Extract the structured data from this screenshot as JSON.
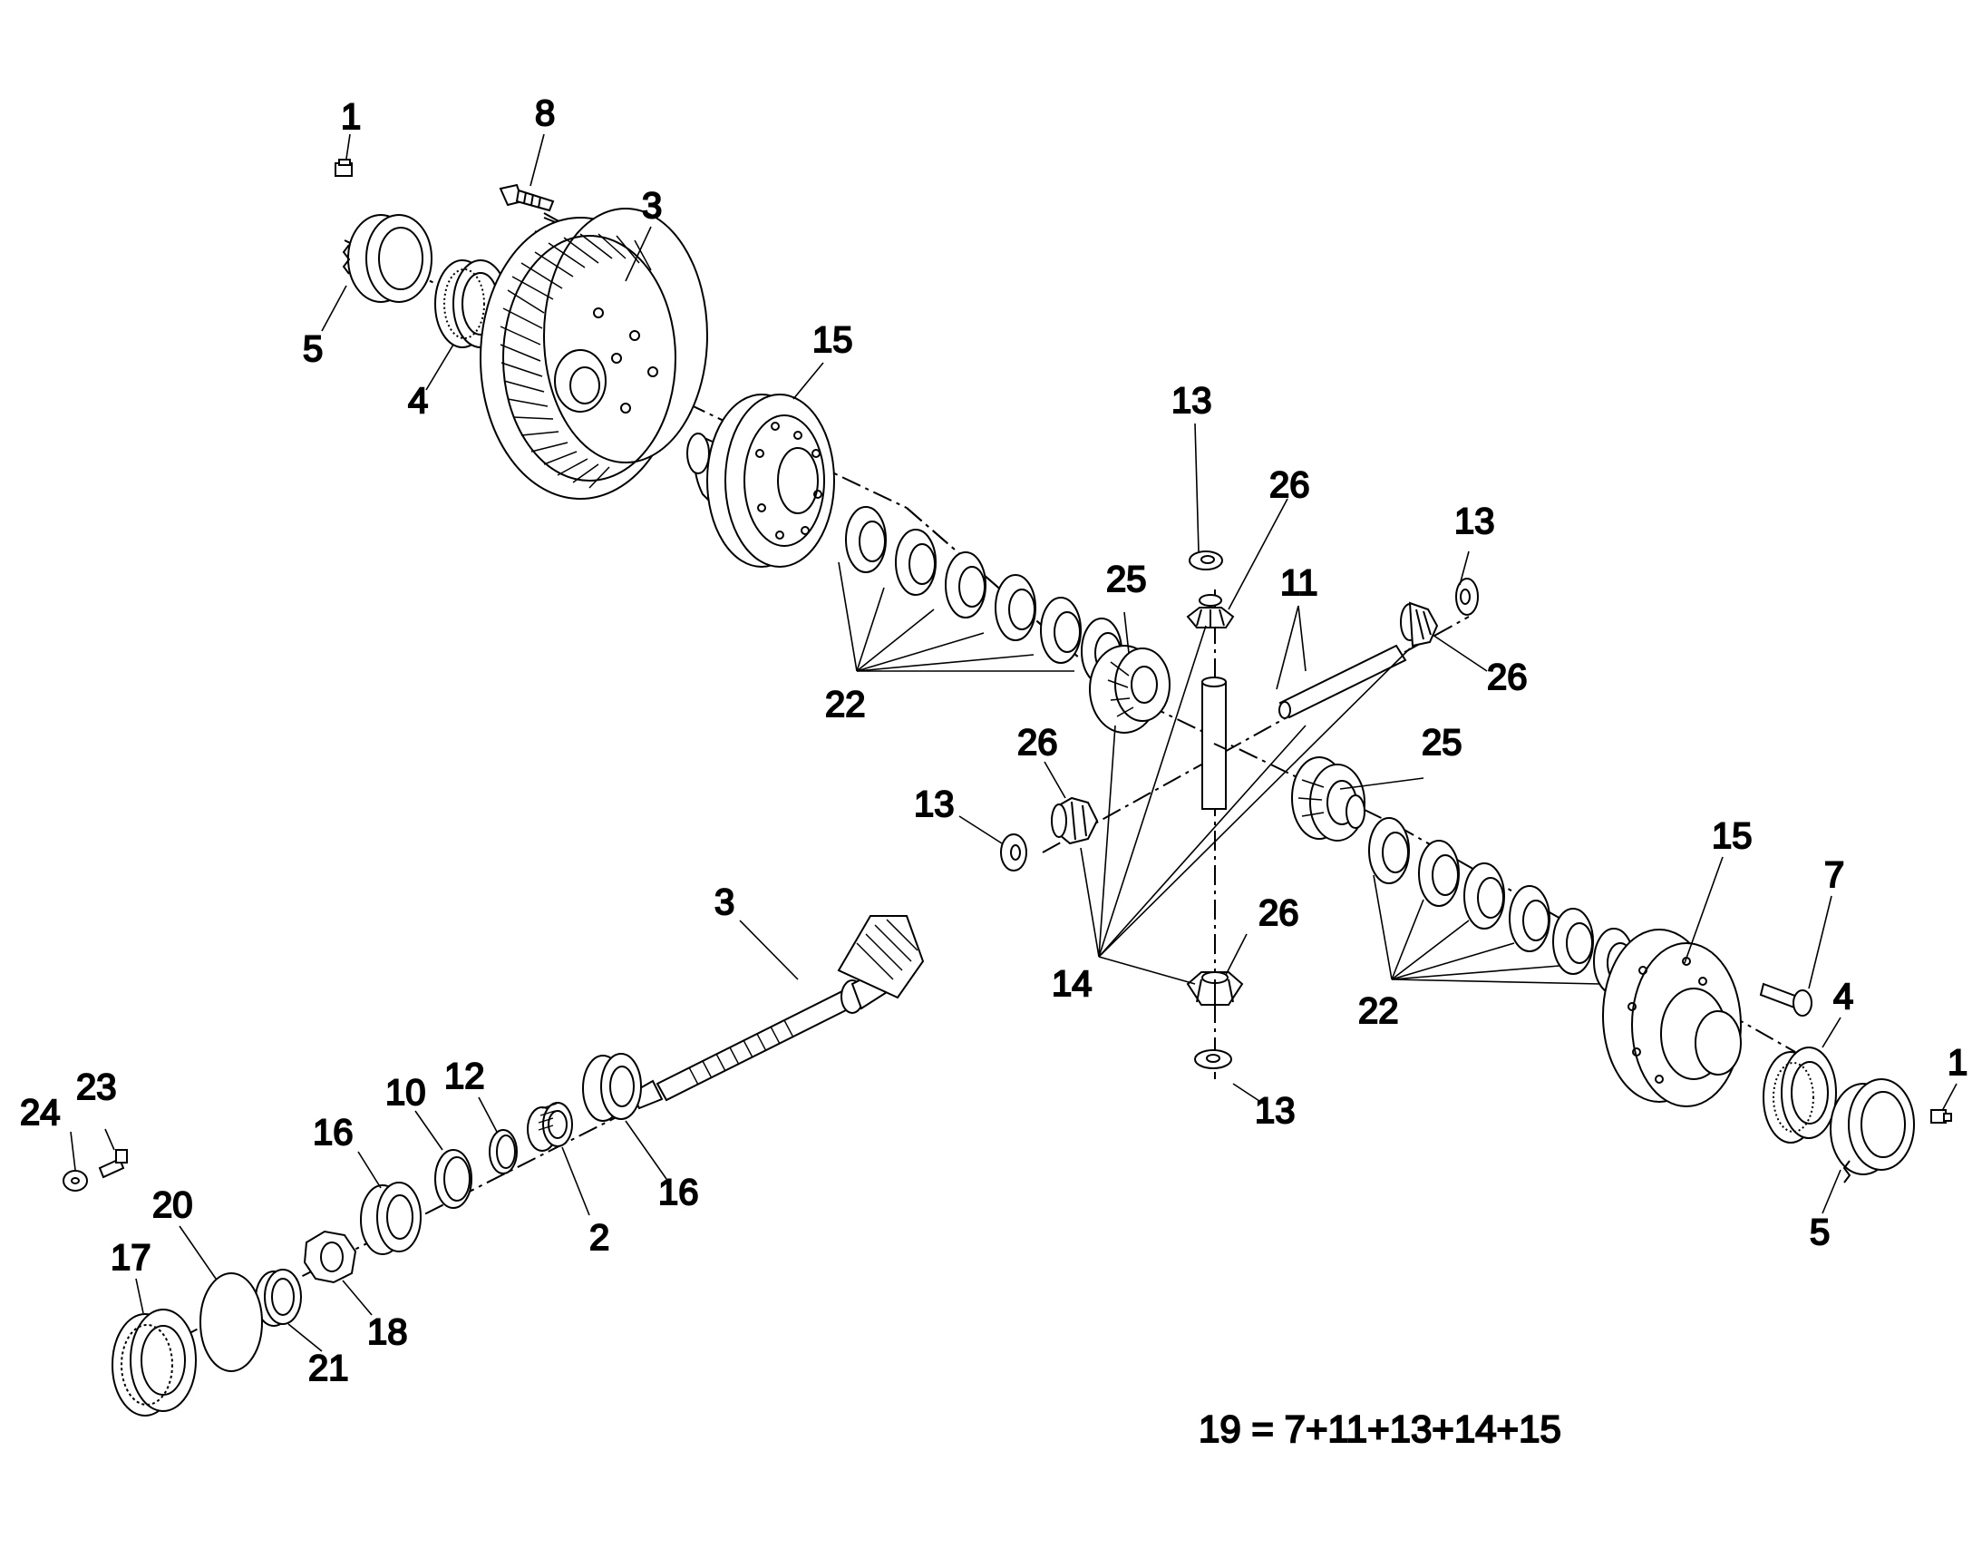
{
  "diagram": {
    "callouts": {
      "c1_top": "1",
      "c8": "8",
      "c3_top": "3",
      "c5_left": "5",
      "c4_left": "4",
      "c15_top": "15",
      "c13_top": "13",
      "c26_top": "26",
      "c11": "11",
      "c13_right": "13",
      "c26_right": "26",
      "c25_top": "25",
      "c22_top": "22",
      "c26_mid": "26",
      "c13_mid": "13",
      "c25_mid": "25",
      "c15_right": "15",
      "c7": "7",
      "c3_pinion": "3",
      "c14": "14",
      "c26_low": "26",
      "c22_right": "22",
      "c4_right": "4",
      "c1_right": "1",
      "c13_low": "13",
      "c5_right": "5",
      "c24": "24",
      "c23": "23",
      "c16_left": "16",
      "c10": "10",
      "c12": "12",
      "c2": "2",
      "c16_right": "16",
      "c20": "20",
      "c17": "17",
      "c18": "18",
      "c21": "21"
    },
    "formula": "19 = 7+11+13+14+15"
  }
}
